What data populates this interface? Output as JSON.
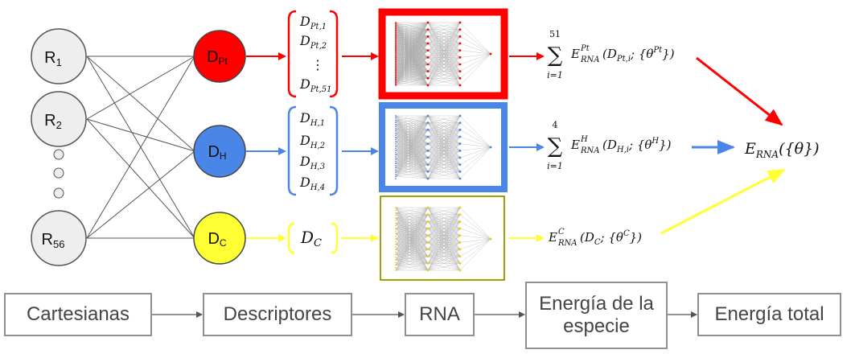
{
  "inputs": [
    {
      "base": "R",
      "sub": "1"
    },
    {
      "base": "R",
      "sub": "2"
    },
    {
      "base": "R",
      "sub": "56"
    }
  ],
  "species": [
    {
      "base": "D",
      "sub": "Pt",
      "color": "#ff0000"
    },
    {
      "base": "D",
      "sub": "H",
      "color": "#4a86e8"
    },
    {
      "base": "D",
      "sub": "C",
      "color": "#ffff33"
    }
  ],
  "descriptors": {
    "pt": [
      {
        "base": "D",
        "sub": "Pt,1"
      },
      {
        "base": "D",
        "sub": "Pt,2"
      },
      {
        "base": "D",
        "sub": "Pt,51"
      }
    ],
    "pt_dots": "⋮",
    "h": [
      {
        "base": "D",
        "sub": "H,1"
      },
      {
        "base": "D",
        "sub": "H,2"
      },
      {
        "base": "D",
        "sub": "H,3"
      },
      {
        "base": "D",
        "sub": "H,4"
      }
    ],
    "c": {
      "base": "D",
      "sub": "C"
    }
  },
  "energies": {
    "pt": {
      "upper": "51",
      "lower": "i=1",
      "sup": "Pt",
      "sub": "RNA",
      "arg": "(D",
      "arg_sub": "Pt,i",
      "params": "; {θ",
      "param_sup": "Pt",
      "close": "})"
    },
    "h": {
      "upper": "4",
      "lower": "i=1",
      "sup": "H",
      "sub": "RNA",
      "arg": "(D",
      "arg_sub": "H,i",
      "params": "; {θ",
      "param_sup": "H",
      "close": "})"
    },
    "c": {
      "sup": "C",
      "sub": "RNA",
      "arg": "(D",
      "arg_sub": "C",
      "params": "; {θ",
      "param_sup": "C",
      "close": "})"
    },
    "total": {
      "base": "E",
      "sub": "RNA",
      "arg": "({θ})"
    }
  },
  "colors": {
    "red": "#ff0000",
    "blue": "#4a86e8",
    "yellow": "#ffff33"
  },
  "flow": [
    "Cartesianas",
    "Descriptores",
    "RNA",
    "Energía de la especie",
    "Energía total"
  ]
}
